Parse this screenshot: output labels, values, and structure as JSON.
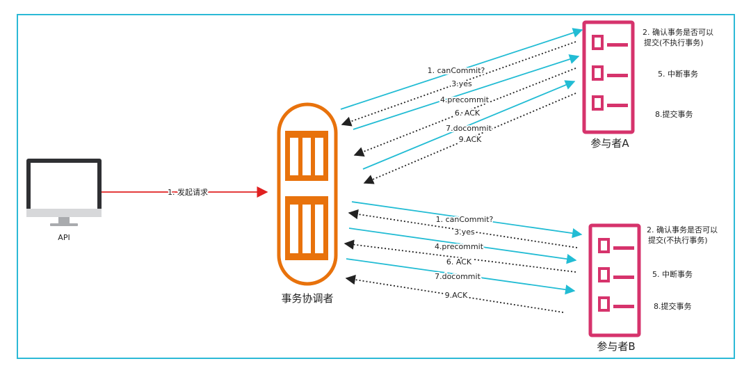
{
  "colors": {
    "frame": "#2bb9d6",
    "request_arrow": "#e02020",
    "solid_arrow": "#22bcd4",
    "dotted_arrow": "#222222",
    "coordinator": "#e8720c",
    "participant": "#d6336c",
    "monitor": "#2f3033"
  },
  "client": {
    "label": "API",
    "icon": "monitor-icon"
  },
  "request": {
    "label": "1. 发起请求"
  },
  "coordinator": {
    "label": "事务协调者",
    "icon": "server-icon"
  },
  "participant_a": {
    "label": "参与者A",
    "icon": "list-icon",
    "notes": [
      "2. 确认事务是否可以",
      "提交(不执行事务)",
      "5. 中断事务",
      "8.提交事务"
    ]
  },
  "participant_b": {
    "label": "参与者B",
    "icon": "list-icon",
    "notes": [
      "2. 确认事务是否可以",
      "提交(不执行事务)",
      "5. 中断事务",
      "8.提交事务"
    ]
  },
  "messages_a": [
    {
      "label": "1. canCommit?",
      "style": "solid"
    },
    {
      "label": "3.yes",
      "style": "dotted"
    },
    {
      "label": "4.precommit",
      "style": "solid"
    },
    {
      "label": "6. ACK",
      "style": "dotted"
    },
    {
      "label": "7.docommit",
      "style": "solid"
    },
    {
      "label": "9.ACK",
      "style": "dotted"
    }
  ],
  "messages_b": [
    {
      "label": "1. canCommit?",
      "style": "solid"
    },
    {
      "label": "3.yes",
      "style": "dotted"
    },
    {
      "label": "4.precommit",
      "style": "solid"
    },
    {
      "label": "6. ACK",
      "style": "dotted"
    },
    {
      "label": "7.docommit",
      "style": "solid"
    },
    {
      "label": "9.ACK",
      "style": "dotted"
    }
  ]
}
